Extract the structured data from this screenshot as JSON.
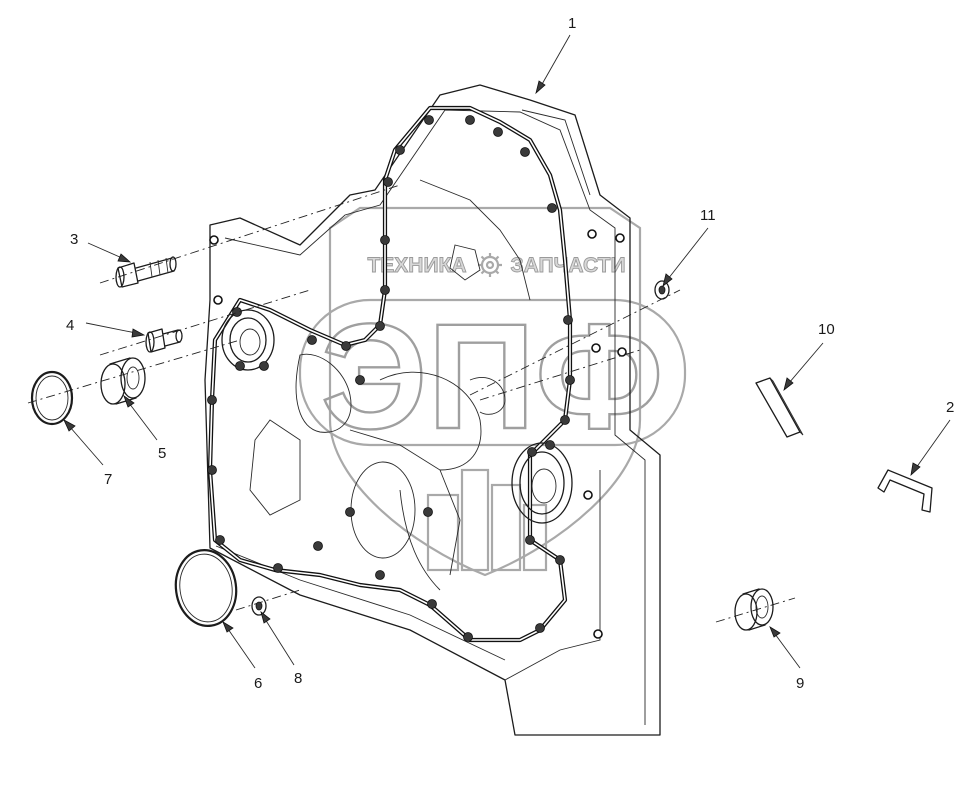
{
  "diagram": {
    "callouts": [
      {
        "id": "1",
        "label": "1"
      },
      {
        "id": "2",
        "label": "2"
      },
      {
        "id": "3",
        "label": "3"
      },
      {
        "id": "4",
        "label": "4"
      },
      {
        "id": "5",
        "label": "5"
      },
      {
        "id": "6",
        "label": "6"
      },
      {
        "id": "7",
        "label": "7"
      },
      {
        "id": "8",
        "label": "8"
      },
      {
        "id": "9",
        "label": "9"
      },
      {
        "id": "10",
        "label": "10"
      },
      {
        "id": "11",
        "label": "11"
      }
    ]
  },
  "watermark": {
    "left_word": "ТЕХНИКА",
    "right_word": "ЗАПЧАСТИ",
    "logo_letters": "ЭПФ",
    "gear_icon": "gear-icon"
  },
  "colors": {
    "line": "#1c1c1c",
    "watermark": "#a9a9a9"
  }
}
